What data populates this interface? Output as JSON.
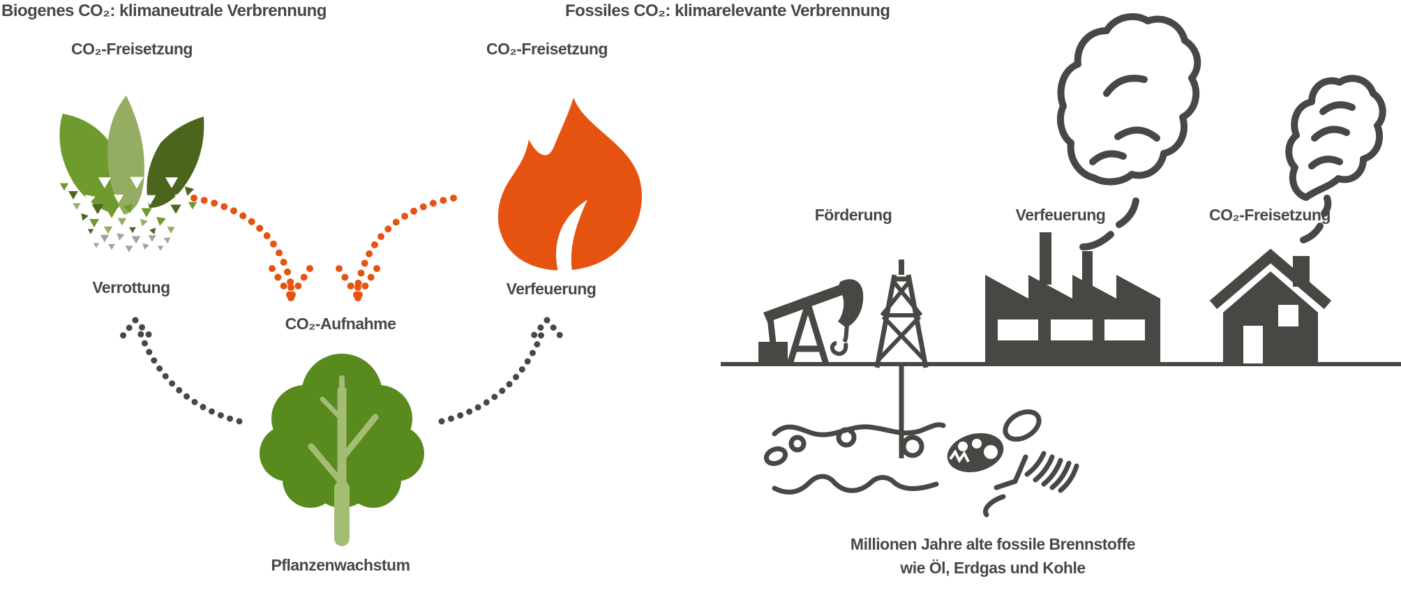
{
  "colors": {
    "text_color": "#474744",
    "accent_orange": "#e65310",
    "leaf_mid_green": "#6f9a2e",
    "leaf_light_green": "#94ad62",
    "leaf_dark_green": "#4b661c",
    "tree_crown_green": "#588a1d",
    "tree_trunk_green": "#a4bd75",
    "decay_gray": "#a2a2a2"
  },
  "left_panel": {
    "title": "Biogenes CO₂: klimaneutrale Verbrennung",
    "labels": {
      "release_left": "CO₂-Freisetzung",
      "release_right": "CO₂-Freisetzung",
      "decay": "Verrottung",
      "combustion": "Verfeuerung",
      "uptake": "CO₂-Aufnahme",
      "plant_growth": "Pflanzenwachstum"
    },
    "icons": [
      "decaying-leaves-icon",
      "flame-icon",
      "tree-icon",
      "dotted-arrows"
    ]
  },
  "right_panel": {
    "title": "Fossiles CO₂: klimarelevante Verbrennung",
    "labels": {
      "extraction": "Förderung",
      "combustion": "Verfeuerung",
      "release": "CO₂-Freisetzung"
    },
    "caption": {
      "line1": "Millionen Jahre alte fossile Brennstoffe",
      "line2": "wie Öl, Erdgas und Kohle"
    },
    "icons": [
      "oil-pumpjack-icon",
      "drilling-derrick-icon",
      "factory-icon",
      "house-icon",
      "smoke-icons",
      "fossil-icons"
    ]
  }
}
